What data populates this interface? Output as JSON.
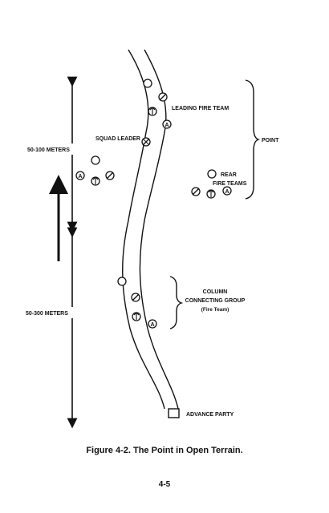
{
  "labels": {
    "leading_fire_team": "LEADING FIRE TEAM",
    "squad_leader": "SQUAD LEADER",
    "point": "POINT",
    "rear": "REAR",
    "fire_teams": "FIRE TEAMS",
    "range_upper": "50-100 METERS",
    "range_lower": "50-300 METERS",
    "column_line1": "COLUMN",
    "column_line2": "CONNECTING GROUP",
    "column_line3": "(Fire Team)",
    "advance_party": "ADVANCE PARTY"
  },
  "symbols": {
    "team_leader": "⊘",
    "automatic_rifleman": "A",
    "grenadier": "↑"
  },
  "caption": "Figure 4-2. The Point in Open Terrain.",
  "page_number": "4-5"
}
